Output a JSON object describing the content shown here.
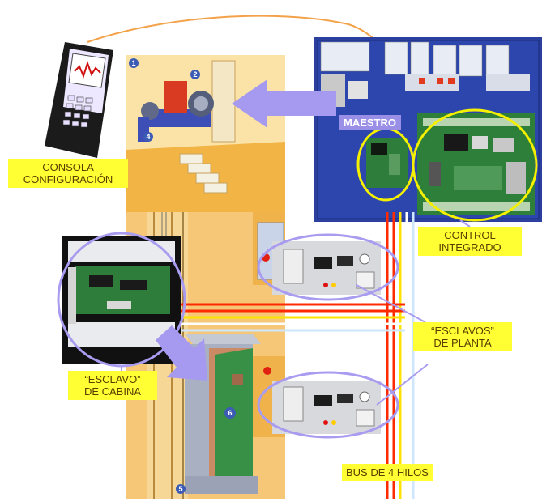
{
  "labels": {
    "consola_line1": "CONSOLA",
    "consola_line2": "CONFIGURACIÓN",
    "maestro": "MAESTRO",
    "control_line1": "CONTROL",
    "control_line2": "INTEGRADO",
    "esclavos_line1": "“ESCLAVOS”",
    "esclavos_line2": "DE PLANTA",
    "esclavo_line1": "“ESCLAVO”",
    "esclavo_line2": "DE CABINA",
    "bus": "BUS DE 4 HILOS"
  },
  "markers": [
    "1",
    "2",
    "4",
    "5",
    "6"
  ],
  "colors": {
    "label_bg": "#ffff33",
    "label_text": "#5a3e00",
    "highlight_ring_yellow": "#f5f000",
    "highlight_ring_lilac": "#a99cf0",
    "arrow_lilac": "#a69af0",
    "bus_red": "#ff2a00",
    "bus_yellow": "#ffe300",
    "bus_white": "#ffffff",
    "bus_lightblue": "#cfe6ff",
    "cable_orange": "#f4a24a",
    "cabinet_blue": "#2b3f9f",
    "shaft_orange": "#f2b545",
    "board_green": "#2e7f3a"
  }
}
